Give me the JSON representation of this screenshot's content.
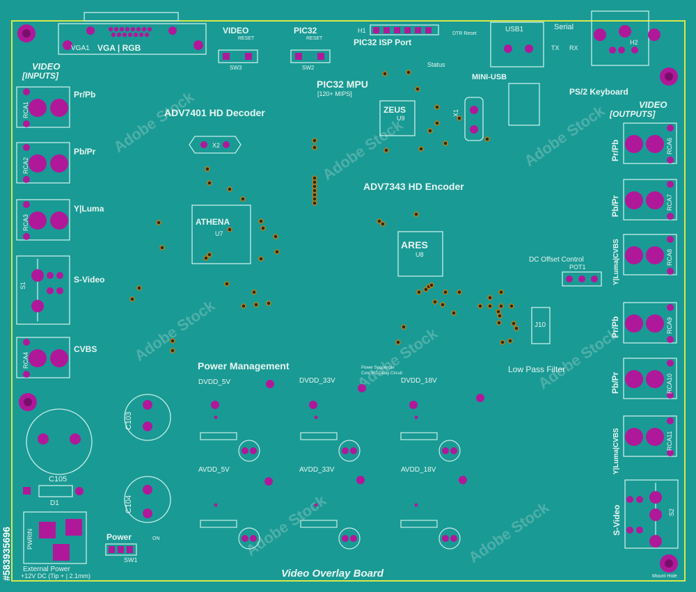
{
  "board": {
    "title": "Video Overlay Board",
    "outline_color": "#d9e84a",
    "background": "#1a9a94",
    "pad_color": "#b0189a",
    "silk_color": "#e8f6f3"
  },
  "labels": {
    "vga": "VGA | RGB",
    "vga_ref": "VGA1",
    "video_reset_title": "VIDEO",
    "video_reset_sub": "RESET",
    "pic32_reset_title": "PIC32",
    "pic32_reset_sub": "RESET",
    "sw3": "SW3",
    "sw2": "SW2",
    "h1": "H1",
    "isp": "PIC32 ISP Port",
    "dtr_reset": "DTR Reset",
    "status": "Status",
    "usb1": "USB1",
    "mini_usb": "MINI-USB",
    "serial": "Serial",
    "tx": "TX",
    "rx": "RX",
    "h2": "H2",
    "ps2": "PS/2 Keyboard",
    "mount_hole": "Mount Hole",
    "video_inputs_title": "VIDEO",
    "video_inputs_sub": "[INPUTS]",
    "video_outputs_title": "VIDEO",
    "video_outputs_sub": "[OUTPUTS]",
    "pic32_mpu": "PIC32 MPU",
    "mips": "[120+ MIPS]",
    "zeus": "ZEUS",
    "u9": "U9",
    "x1": "X1",
    "adv7401": "ADV7401 HD Decoder",
    "x2": "X2",
    "athena": "ATHENA",
    "u7": "U7",
    "adv7343": "ADV7343 HD Encoder",
    "ares": "ARES",
    "u8": "U8",
    "dc_offset": "DC Offset Control",
    "pot1": "POT1",
    "j10": "J10",
    "low_pass": "Low Pass Filter",
    "power_management": "Power Management",
    "power_sequencer": "Power Sequencer",
    "core_rc": "Core RC Delay Circuit",
    "dvdd_5v": "DVDD_5V",
    "dvdd_33v": "DVDD_33V",
    "dvdd_18v": "DVDD_18V",
    "avdd_5v": "AVDD_5V",
    "avdd_33v": "AVDD_33V",
    "avdd_18v": "AVDD_18V",
    "c103": "C103",
    "c104": "C104",
    "c105": "C105",
    "d1": "D1",
    "pwrin": "PWRIN",
    "ext_power": "External Power",
    "ext_power_spec": "+12V DC (Tip + | 2.1mm)",
    "power": "Power",
    "sw1": "SW1",
    "on": "ON",
    "in_pr_pb": "Pr/Pb",
    "in_pb_pr": "Pb/Pr",
    "in_y_luma": "Y|Luma",
    "in_svideo": "S-Video",
    "in_cvbs": "CVBS",
    "s1": "S1",
    "rca1": "RCA1",
    "rca2": "RCA2",
    "rca3": "RCA3",
    "rca4": "RCA4",
    "out_pr_pb_1": "Pr/Pb",
    "out_pb_pr_1": "Pb/Pr",
    "out_y_cvbs_1": "Y|Luma|CVBS",
    "out_pr_pb_2": "Pr/Pb",
    "out_pb_pr_2": "Pb/Pr",
    "out_y_cvbs_2": "Y|Luma|CVBS",
    "out_svideo": "S-Video",
    "s2": "S2",
    "rca6": "RCA6",
    "rca7": "RCA7",
    "rca8": "RCA8",
    "rca9": "RCA9",
    "rca10": "RCA10",
    "rca11": "RCA11"
  },
  "watermark": {
    "text": "Adobe Stock",
    "side_text": "#583935696"
  }
}
